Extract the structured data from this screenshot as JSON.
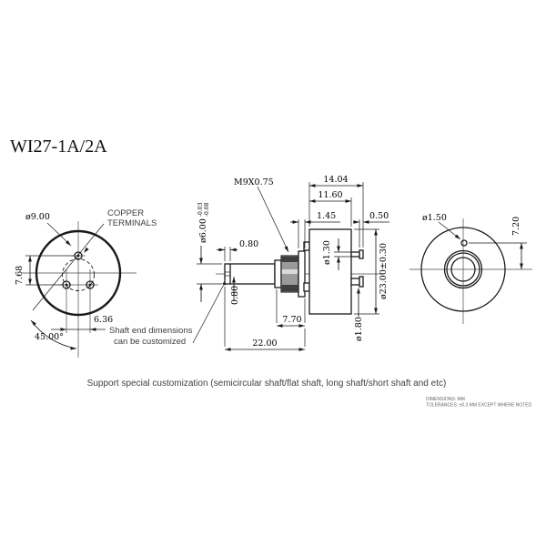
{
  "title": "WI27-1A/2A",
  "colors": {
    "ink": "#1a1a1a",
    "note_text": "#3c3c3c",
    "background": "#ffffff"
  },
  "front_view": {
    "dia_label": "ø9.00",
    "terminals_label_line1": "COPPER",
    "terminals_label_line2": "TERMINALS",
    "dim_vertical": "7.68",
    "dim_horizontal": "6.36",
    "dim_angle": "45.00°",
    "note_line1": "Shaft end dimensions",
    "note_line2": "can be customized"
  },
  "side_view": {
    "thread_label": "M9X0.75",
    "dim_slot_depth": "0.80",
    "dim_slot_width": "0.80",
    "shaft_dia": "ø6.00",
    "shaft_tol_upper": "-0.03",
    "shaft_tol_lower": "-0.08",
    "dim_total_width": "14.04",
    "dim_body_width": "11.60",
    "dim_flange": "1.45",
    "dim_pin_cap": "0.50",
    "dim_pin_dia": "ø1.30",
    "dim_body_dia": "ø23.00±0.30",
    "dim_lug_dia": "ø1.80",
    "dim_bushing_len": "7.70",
    "dim_shaft_len": "22.00"
  },
  "rear_view": {
    "hole_dia": "ø1.50",
    "dim_hole_offset": "7.20"
  },
  "footer": {
    "note": "Support special customization (semicircular shaft/flat shaft, long shaft/short shaft and etc)",
    "spec_line1": "DIMENSIONS: MM",
    "spec_line2": "TOLERANCES: ±0.3 MM EXCEPT WHERE NOTED"
  }
}
